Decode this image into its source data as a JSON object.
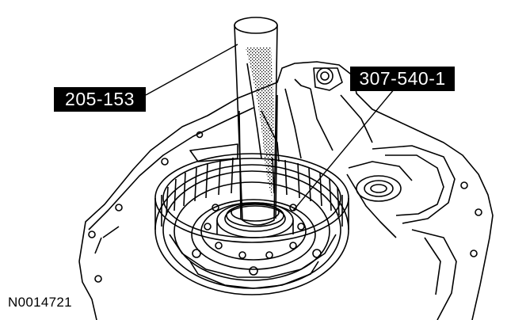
{
  "callouts": {
    "tool_a": "205-153",
    "tool_b": "307-540-1"
  },
  "figure_id": "N0014721",
  "colors": {
    "line": "#000000",
    "background": "#ffffff",
    "label_box": "#000000",
    "label_text": "#ffffff"
  }
}
